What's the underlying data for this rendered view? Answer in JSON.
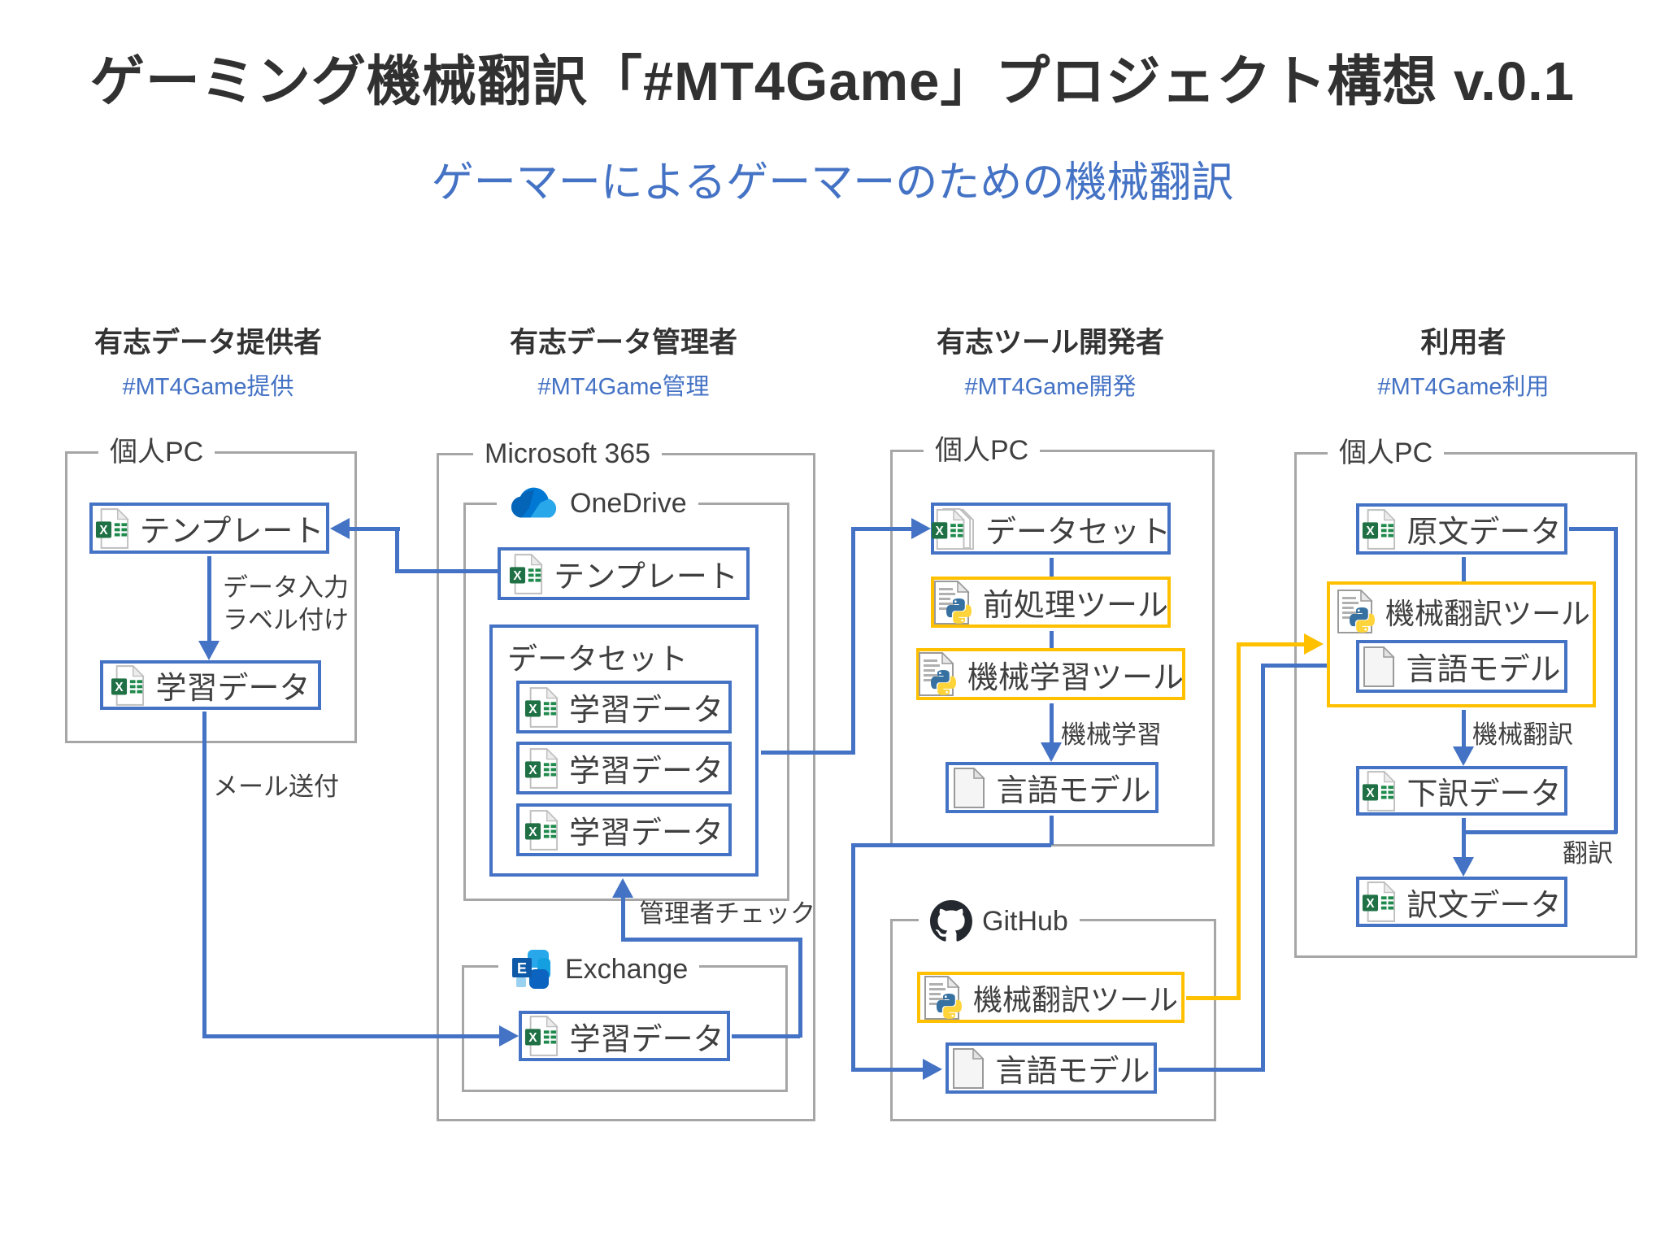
{
  "title": "ゲーミング機械翻訳「#MT4Game」プロジェクト構想 v.0.1",
  "subtitle": "ゲーマーによるゲーマーのための機械翻訳",
  "roles": {
    "provider": {
      "name": "有志データ提供者",
      "tag": "#MT4Game提供"
    },
    "manager": {
      "name": "有志データ管理者",
      "tag": "#MT4Game管理"
    },
    "developer": {
      "name": "有志ツール開発者",
      "tag": "#MT4Game開発"
    },
    "user": {
      "name": "利用者",
      "tag": "#MT4Game利用"
    }
  },
  "containers": {
    "pc_provider": "個人PC",
    "m365": "Microsoft 365",
    "onedrive": "OneDrive",
    "exchange": "Exchange",
    "pc_developer": "個人PC",
    "github": "GitHub",
    "pc_user": "個人PC",
    "dataset_group": "データセット"
  },
  "nodes": {
    "provider_template": "テンプレート",
    "provider_training_data": "学習データ",
    "onedrive_template": "テンプレート",
    "od_training_1": "学習データ",
    "od_training_2": "学習データ",
    "od_training_3": "学習データ",
    "exchange_training": "学習データ",
    "dev_dataset": "データセット",
    "preprocess_tool": "前処理ツール",
    "ml_tool": "機械学習ツール",
    "dev_language_model": "言語モデル",
    "gh_mt_tool": "機械翻訳ツール",
    "gh_language_model": "言語モデル",
    "user_source_data": "原文データ",
    "user_mt_tool": "機械翻訳ツール",
    "user_language_model": "言語モデル",
    "user_draft_data": "下訳データ",
    "user_translated_data": "訳文データ"
  },
  "edge_labels": {
    "data_input_line1": "データ入力",
    "data_input_line2": "ラベル付け",
    "mail": "メール送付",
    "admin_check": "管理者チェック",
    "machine_learning": "機械学習",
    "machine_translation": "機械翻訳",
    "translation": "翻訳"
  },
  "colors": {
    "accent_blue": "#4472C4",
    "accent_yellow": "#FFC000",
    "container_gray": "#A6A6A6",
    "text_dark": "#3F3F3F",
    "excel_green": "#1F7145",
    "python_blue": "#3771A2",
    "python_yellow": "#FFD43B",
    "github_black": "#24292F",
    "onedrive_blue": "#0078D4"
  }
}
